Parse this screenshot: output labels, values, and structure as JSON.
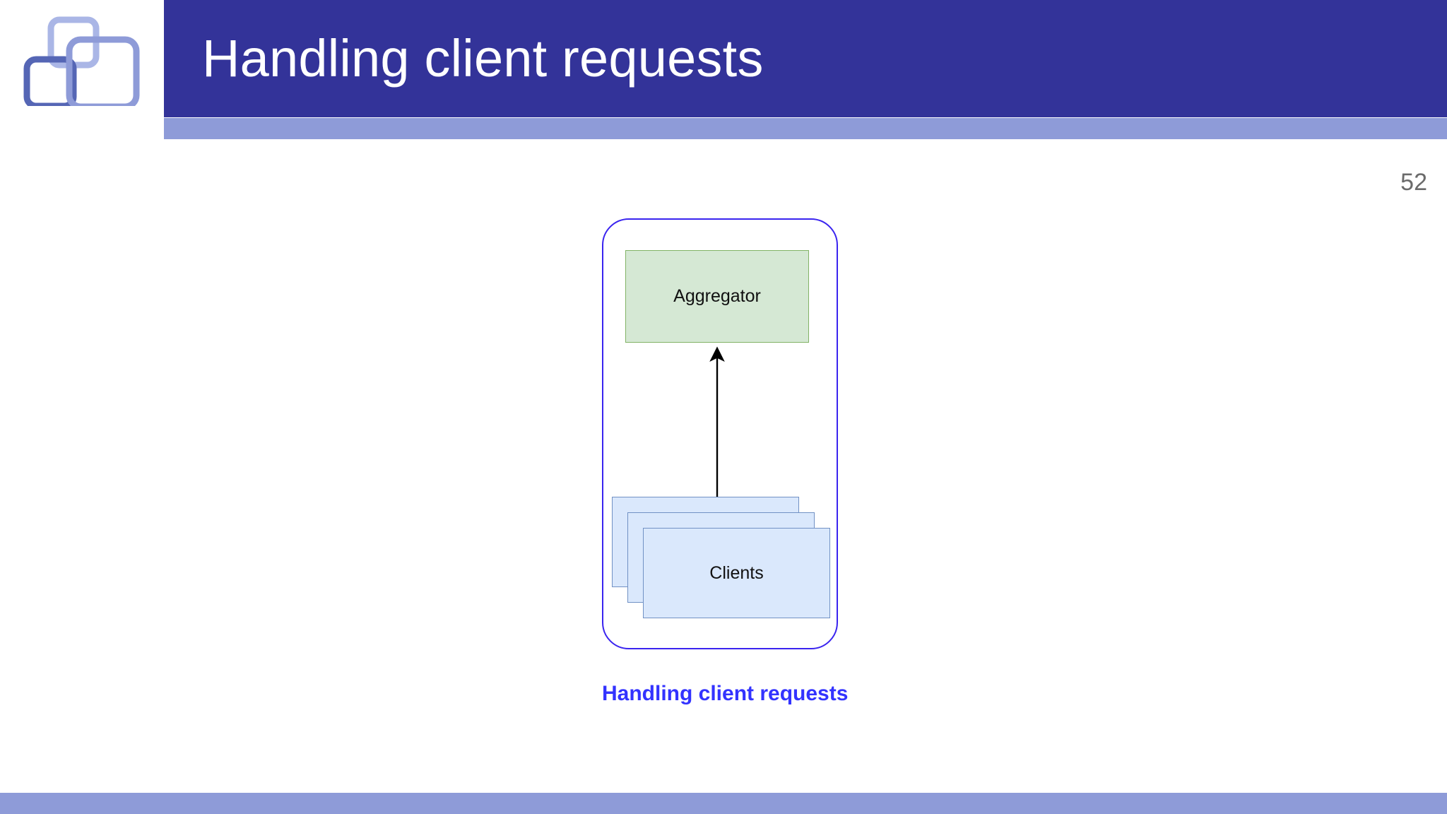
{
  "slide": {
    "title": "Handling client requests",
    "page_number": "52",
    "background_color": "#ffffff"
  },
  "header": {
    "band_color": "#333399",
    "accent_color": "#8e9bd8",
    "logo_icon": "overlapping-squares-logo",
    "logo_colors": [
      "#aab6e6",
      "#8e9bd8",
      "#5566b5"
    ]
  },
  "footer": {
    "bar_color": "#8e9bd8"
  },
  "diagram": {
    "caption": "Handling client requests",
    "caption_color": "#3333ff",
    "frame_color": "#3a24ef",
    "nodes": [
      {
        "id": "aggregator",
        "label": "Aggregator",
        "fill": "#d5e8d4",
        "stroke": "#82b366"
      },
      {
        "id": "clients",
        "label": "Clients",
        "fill": "#dae8fc",
        "stroke": "#7191c4",
        "stack_count": 3
      }
    ],
    "edges": [
      {
        "id": "clients-to-aggregator",
        "from": "clients",
        "to": "aggregator",
        "arrow": "up",
        "color": "#000000"
      }
    ]
  }
}
